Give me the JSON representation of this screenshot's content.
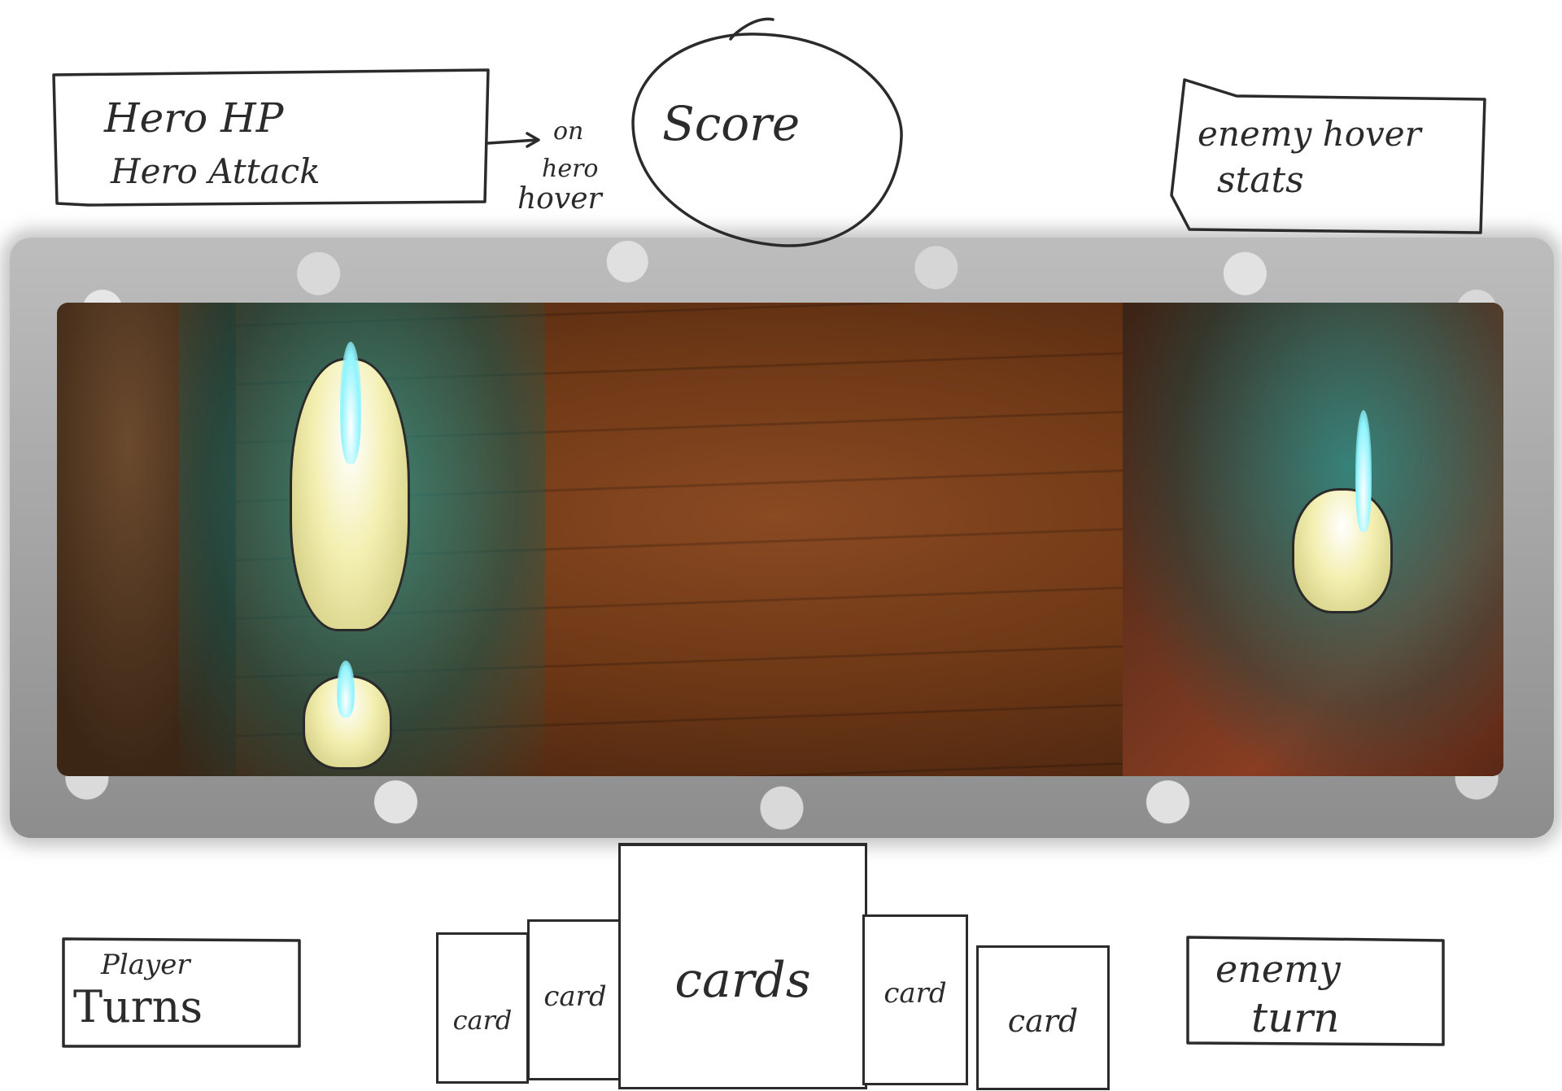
{
  "hero_panel": {
    "line1": "Hero   HP",
    "line2": "Hero   Attack"
  },
  "hero_note": {
    "arrow_text": "on",
    "line2": "hero",
    "line3": "hover"
  },
  "score": {
    "label": "Score"
  },
  "enemy_panel": {
    "line1": "enemy  hover",
    "line2": "stats"
  },
  "player_turns": {
    "top": "Player",
    "bottom": "Turns"
  },
  "enemy_turn": {
    "top": "enemy",
    "bottom": "turn"
  },
  "hand": {
    "cards": [
      {
        "label": "card"
      },
      {
        "label": "card"
      },
      {
        "label": "cards"
      },
      {
        "label": "card"
      },
      {
        "label": "card"
      }
    ]
  }
}
